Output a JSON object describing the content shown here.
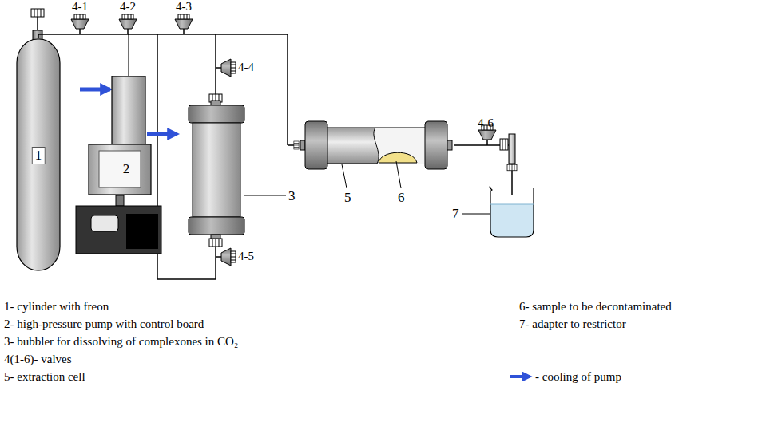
{
  "diagram": {
    "nodes": [
      {
        "text": [
          "1"
        ]
      },
      {
        "text": [
          "2"
        ]
      }
    ],
    "edges": [
      {
        "from": 0,
        "to": 1,
        "arrow": "none"
      }
    ],
    "labels": [
      "4-1",
      "4-2",
      "4-3",
      "4-4",
      "4-5",
      "4-6",
      "3",
      "5",
      "6",
      "7",
      "1- cylinder with freon",
      "2- high-pressure pump with control board",
      "3- bubbler for dissolving of complexones in CO₂",
      "4(1-6)- valves",
      "5- extraction cell",
      "6- sample to be decontaminated",
      "7- adapter to restrictor"
    ],
    "legend": [
      {
        "text": "- cooling of pump"
      }
    ]
  }
}
